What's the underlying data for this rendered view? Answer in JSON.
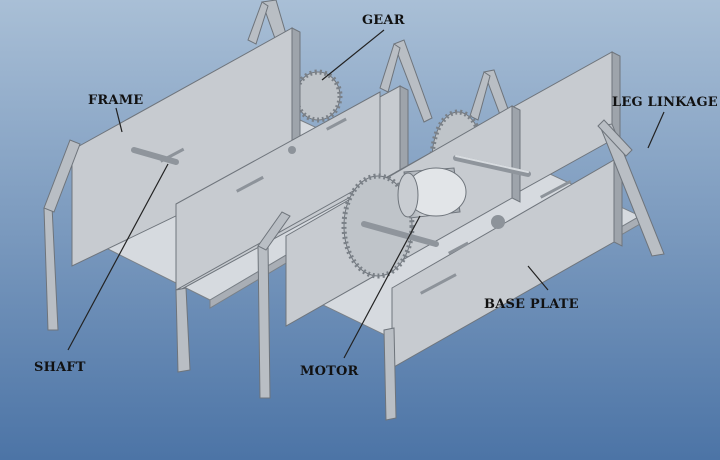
{
  "colors": {
    "background_top": "#a9bfd6",
    "background_bottom": "#4c74a6",
    "metal": "#c7cbd0",
    "label": "#111111"
  },
  "labels": {
    "gear": "GEAR",
    "frame": "FRAME",
    "leg_linkage": "LEG LINKAGE",
    "shaft": "SHAFT",
    "motor": "MOTOR",
    "base_plate": "BASE PLATE"
  }
}
